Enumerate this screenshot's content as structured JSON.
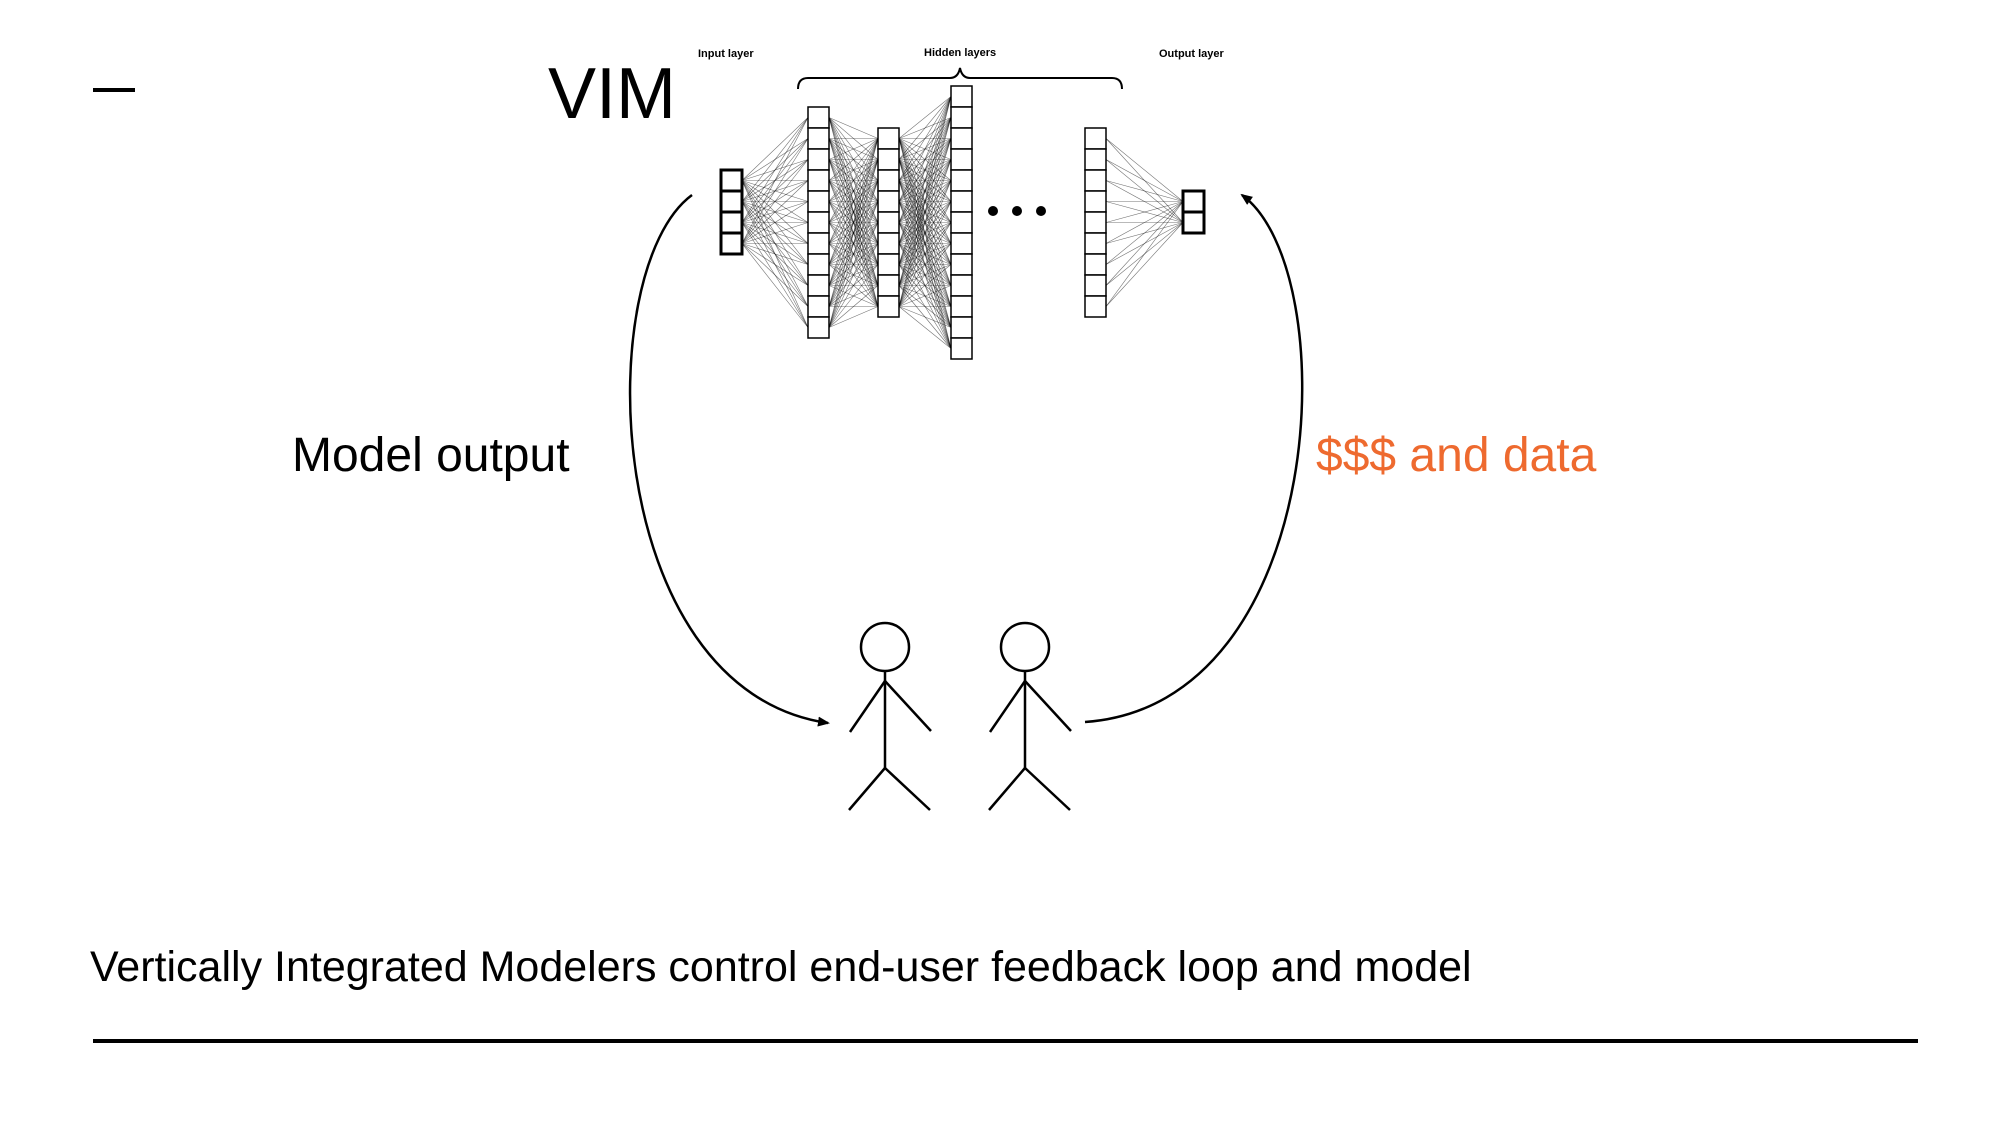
{
  "slide": {
    "title": "VIM",
    "caption": "Vertically Integrated Modelers control end-user feedback loop and model"
  },
  "network": {
    "input_label": "Input layer",
    "hidden_label": "Hidden layers",
    "output_label": "Output layer",
    "ellipsis": "•••"
  },
  "loop": {
    "left_label": "Model output",
    "right_label": "$$$ and data",
    "right_label_color": "#ee6a2f"
  },
  "users": {
    "count": 2
  }
}
